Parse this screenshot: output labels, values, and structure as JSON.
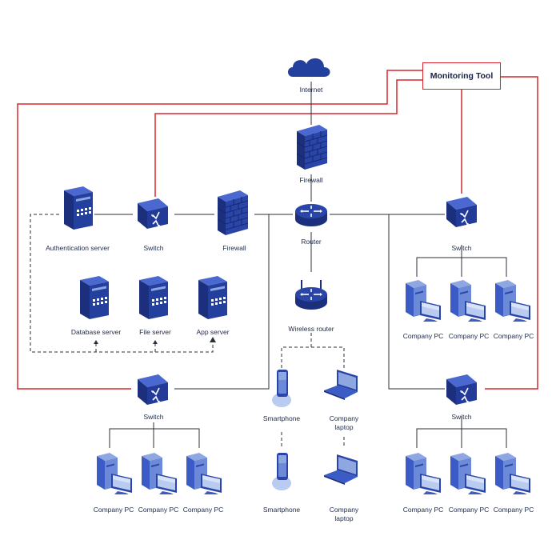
{
  "monitoring": {
    "label": "Monitoring Tool"
  },
  "top": {
    "internet": "Internet",
    "firewall": "Firewall",
    "router": "Router",
    "wireless_router": "Wireless router"
  },
  "left": {
    "auth_server": "Authentication server",
    "switch": "Switch",
    "firewall": "Firewall",
    "database_server": "Database server",
    "file_server": "File server",
    "app_server": "App server"
  },
  "bottom_left": {
    "switch": "Switch",
    "pcs": [
      "Company PC",
      "Company PC",
      "Company PC"
    ]
  },
  "right_top": {
    "switch": "Switch",
    "pcs": [
      "Company PC",
      "Company PC",
      "Company PC"
    ]
  },
  "right_bottom": {
    "switch": "Switch",
    "pcs": [
      "Company PC",
      "Company PC",
      "Company PC"
    ]
  },
  "wireless": {
    "smartphone_1": "Smartphone",
    "laptop_1": "Company laptop",
    "smartphone_2": "Smartphone",
    "laptop_2": "Company laptop"
  },
  "colors": {
    "monitor_line": "#d9262e",
    "link": "#2b2f3a",
    "device_dark": "#1b2f7d",
    "device_mid": "#2a45a8",
    "device_light": "#3b5bc6",
    "device_pale": "#8fa7e0"
  }
}
